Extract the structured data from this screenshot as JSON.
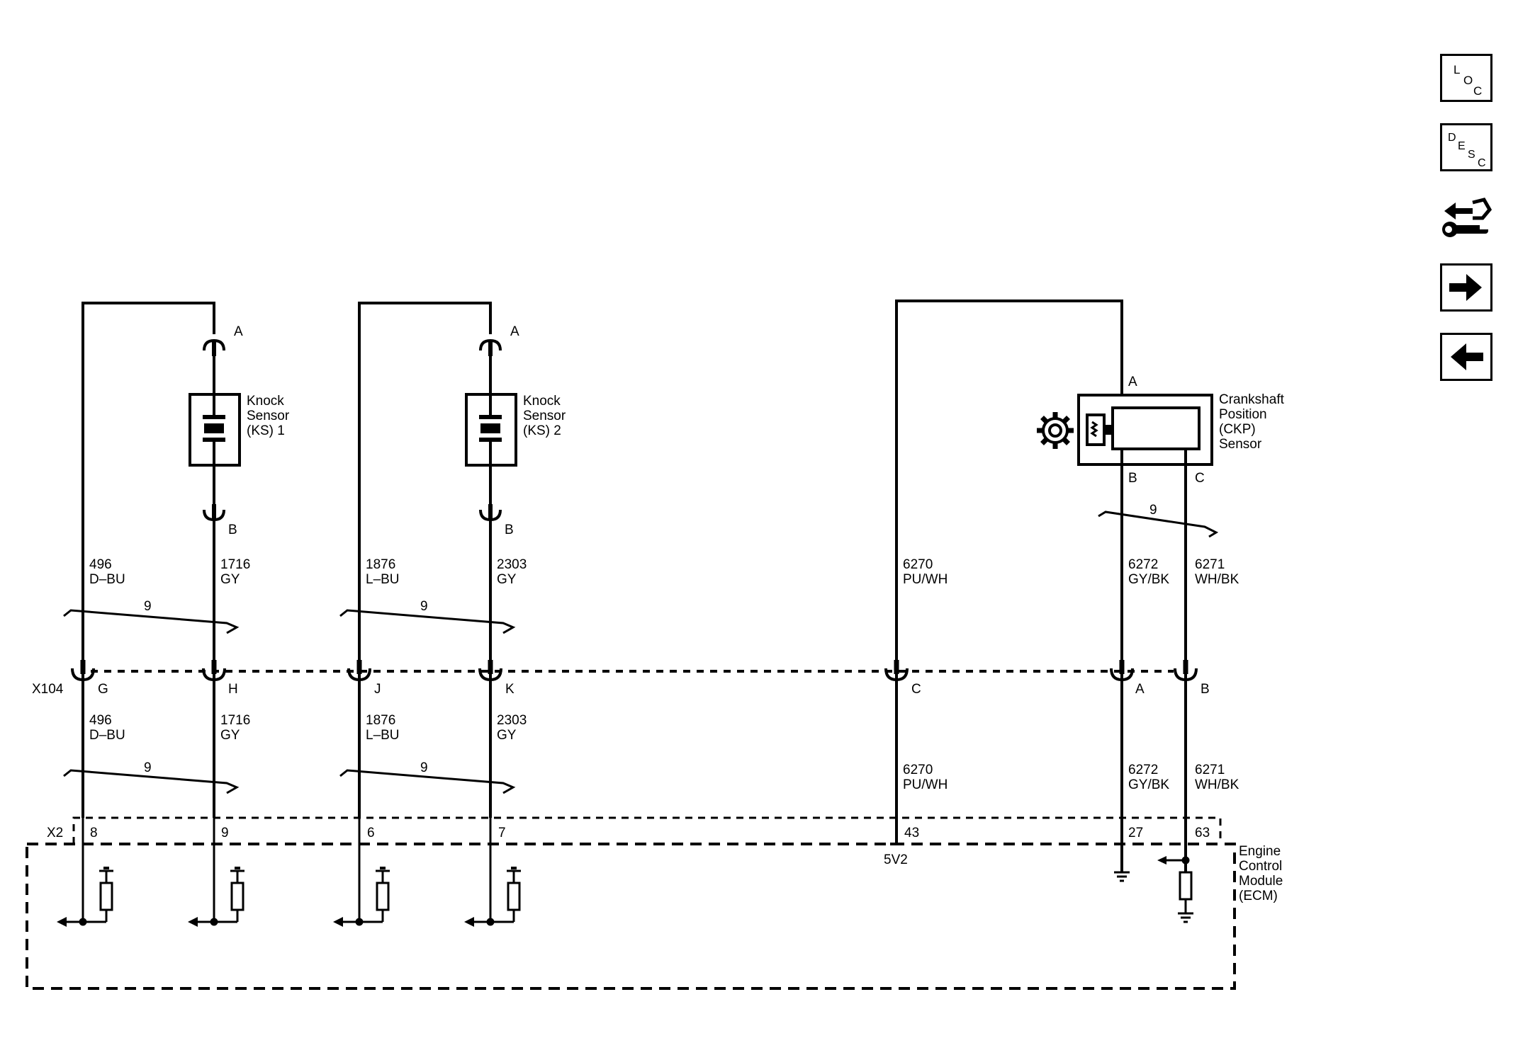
{
  "side_buttons": [
    {
      "name": "loc",
      "letters": [
        "L",
        "O",
        "C"
      ]
    },
    {
      "name": "desc",
      "letters": [
        "D",
        "E",
        "S",
        "C"
      ]
    },
    {
      "name": "connector-end-view",
      "icon": "connector-wrench-icon"
    },
    {
      "name": "next",
      "icon": "arrow-right-icon"
    },
    {
      "name": "previous",
      "icon": "arrow-left-icon"
    }
  ],
  "components": {
    "ks1": {
      "lines": [
        "Knock",
        "Sensor",
        "(KS) 1"
      ],
      "pin_top": "A",
      "pin_bottom": "B"
    },
    "ks2": {
      "lines": [
        "Knock",
        "Sensor",
        "(KS) 2"
      ],
      "pin_top": "A",
      "pin_bottom": "B"
    },
    "ckp": {
      "lines": [
        "Crankshaft",
        "Position",
        "(CKP)",
        "Sensor"
      ],
      "pin_top": "A",
      "pin_b": "B",
      "pin_c": "C",
      "twist": "9"
    },
    "ecm": {
      "lines": [
        "Engine",
        "Control",
        "Module",
        "(ECM)"
      ],
      "connector": "X2",
      "ref_5v": "5V2"
    }
  },
  "inline_connector": {
    "name": "X104",
    "pins": [
      "G",
      "H",
      "J",
      "K",
      "C",
      "A",
      "B"
    ]
  },
  "wires_upper": [
    {
      "circuit": "496",
      "color": "D–BU"
    },
    {
      "circuit": "1716",
      "color": "GY"
    },
    {
      "circuit": "1876",
      "color": "L–BU"
    },
    {
      "circuit": "2303",
      "color": "GY"
    },
    {
      "circuit": "6270",
      "color": "PU/WH"
    },
    {
      "circuit": "6272",
      "color": "GY/BK"
    },
    {
      "circuit": "6271",
      "color": "WH/BK"
    }
  ],
  "wires_lower": [
    {
      "circuit": "496",
      "color": "D–BU"
    },
    {
      "circuit": "1716",
      "color": "GY"
    },
    {
      "circuit": "1876",
      "color": "L–BU"
    },
    {
      "circuit": "2303",
      "color": "GY"
    },
    {
      "circuit": "6270",
      "color": "PU/WH"
    },
    {
      "circuit": "6272",
      "color": "GY/BK"
    },
    {
      "circuit": "6271",
      "color": "WH/BK"
    }
  ],
  "twist_labels": {
    "ks1_upper": "9",
    "ks2_upper": "9",
    "ks1_lower": "9",
    "ks2_lower": "9"
  },
  "ecm_pins": [
    "8",
    "9",
    "6",
    "7",
    "43",
    "27",
    "63"
  ]
}
